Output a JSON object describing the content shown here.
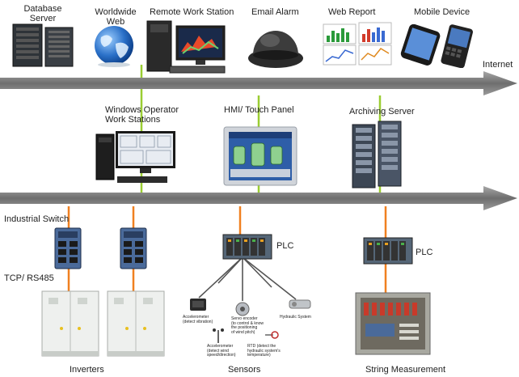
{
  "top_devices": [
    {
      "label": "Database\nServer",
      "icon": "server-rack-icon"
    },
    {
      "label": "Worldwide\nWeb",
      "icon": "globe-icon"
    },
    {
      "label": "Remote Work Station",
      "icon": "workstation-icon"
    },
    {
      "label": "Email Alarm",
      "icon": "dome-camera-icon"
    },
    {
      "label": "Web Report",
      "icon": "report-charts-icon"
    },
    {
      "label": "Mobile Device",
      "icon": "smartphone-icon"
    }
  ],
  "internet_label": "Internet",
  "middle_devices": [
    {
      "label": "Windows Operator\nWork Stations",
      "icon": "operator-pc-icon"
    },
    {
      "label": "HMI/ Touch Panel",
      "icon": "touch-panel-icon"
    },
    {
      "label": "Archiving Server",
      "icon": "archive-server-icon"
    }
  ],
  "left_labels": {
    "industrial_switch": "Industrial Switch",
    "tcp_rs485": "TCP/ RS485"
  },
  "plc_label": "PLC",
  "plc_label_right": "PLC",
  "sensors": [
    {
      "label": "Accelerometer\n(detect vibration)",
      "icon": "accelerometer-icon"
    },
    {
      "label": "Servo encoder\n(to control & know\nthe positioning\nof wind pitch)",
      "icon": "servo-encoder-icon"
    },
    {
      "label": "Hydraulic System",
      "icon": "hydraulic-icon"
    },
    {
      "label": "Accelerometer\n(detect wind\nspeed/direction)",
      "icon": "anemometer-icon"
    },
    {
      "label": "RTD (detect the\nhydraulic system's\ntemperature)",
      "icon": "rtd-icon"
    }
  ],
  "bottom_labels": {
    "inverters": "Inverters",
    "sensors": "Sensors",
    "string_measurement": "String Measurement"
  },
  "colors": {
    "arrow": "#7a7a7a",
    "green_link": "#9acd32",
    "orange_link": "#f08020"
  }
}
